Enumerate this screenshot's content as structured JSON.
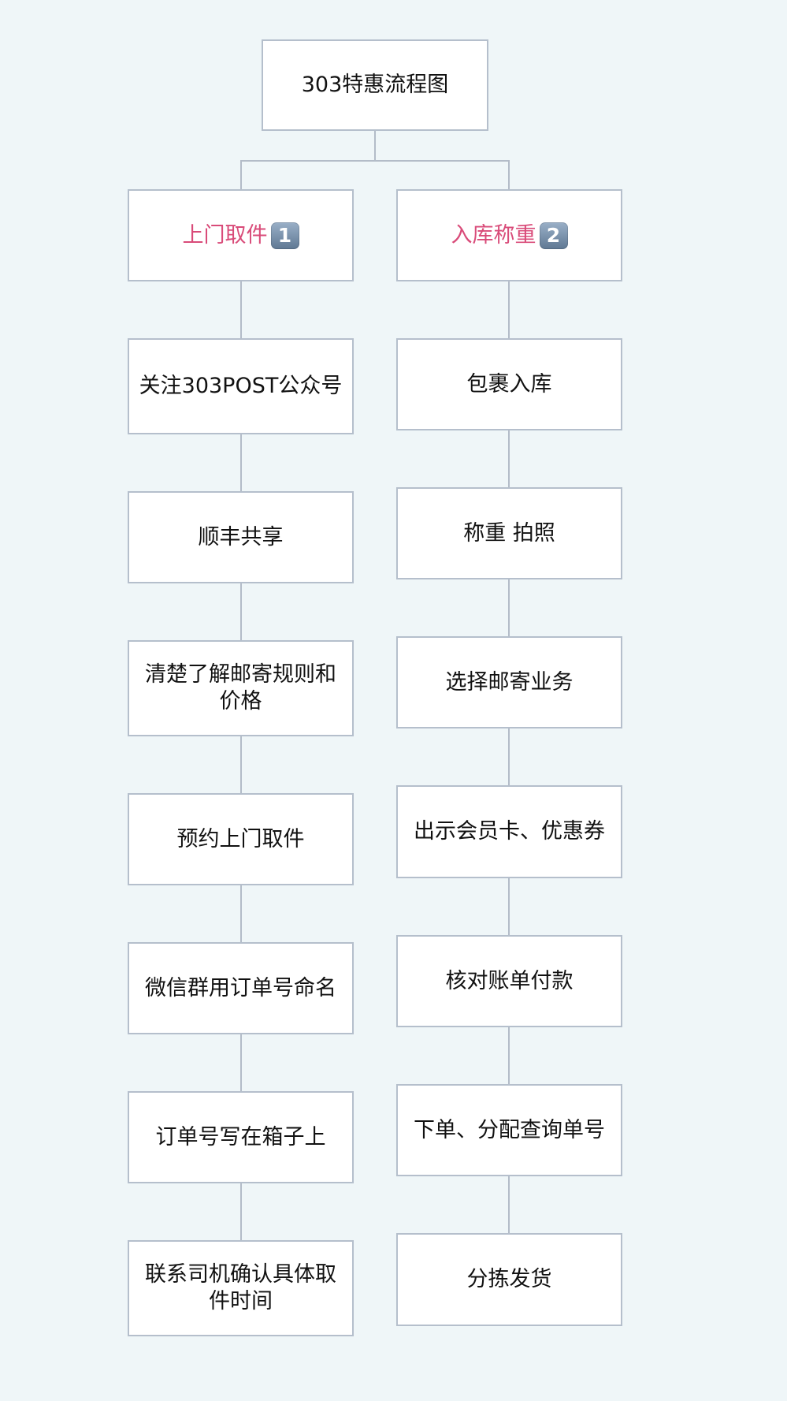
{
  "diagram": {
    "title": "303特惠流程图",
    "left": {
      "header": "上门取件",
      "badge": "1",
      "steps": [
        "关注303POST公众号",
        "顺丰共享",
        "清楚了解邮寄规则和价格",
        "预约上门取件",
        "微信群用订单号命名",
        "订单号写在箱子上",
        "联系司机确认具体取件时间"
      ]
    },
    "right": {
      "header": "入库称重",
      "badge": "2",
      "steps": [
        "包裹入库",
        "称重 拍照",
        "选择邮寄业务",
        "出示会员卡、优惠券",
        "核对账单付款",
        "下单、分配查询单号",
        "分拣发货"
      ]
    }
  },
  "colors": {
    "background": "#eff6f8",
    "node_border": "#b5bfcc",
    "connector": "#b3bcc8",
    "header_text": "#d94b79"
  }
}
